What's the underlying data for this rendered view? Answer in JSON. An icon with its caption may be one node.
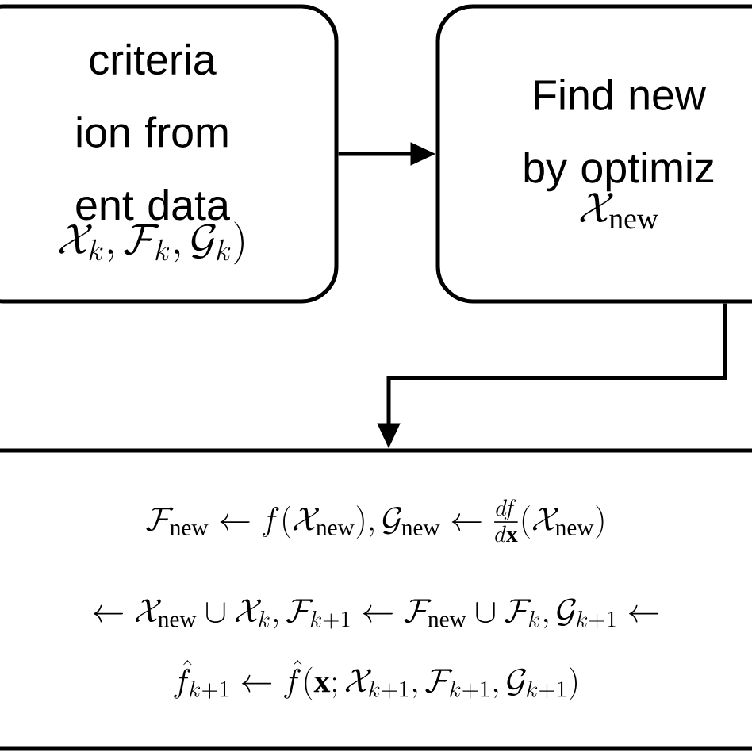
{
  "diagram": {
    "nodes": [
      {
        "text": [
          "criteria ion from ent data",
          "\\mathcal{X}_k, \\mathcal{F}_k, \\mathcal{G}_k)"
        ]
      },
      {
        "text": [
          "Find new by optimiz",
          "\\mathcal{X}_{\\mathrm{new}}"
        ]
      },
      {
        "text": [
          "\\mathcal{F}_{\\mathrm{new}} \\leftarrow f(\\mathcal{X}_{\\mathrm{new}}), \\mathcal{G}_{\\mathrm{new}} \\leftarrow \\frac{df}{d\\mathbf{x}}(\\mathcal{X}_{\\mathrm{new}})",
          "\\leftarrow \\mathcal{X}_{\\mathrm{new}} \\cup \\mathcal{X}_k, \\mathcal{F}_{k+1} \\leftarrow \\mathcal{F}_{\\mathrm{new}} \\cup \\mathcal{F}_k, \\mathcal{G}_{k+1} \\leftarrow",
          "\\hat{f}_{k+1} \\leftarrow \\hat{f}(\\mathbf{x}; \\mathcal{X}_{k+1}, \\mathcal{F}_{k+1}, \\mathcal{G}_{k+1})"
        ]
      }
    ],
    "edges": [
      {
        "from": 0,
        "to": 1,
        "arrow": "to"
      },
      {
        "from": 1,
        "to": 2,
        "arrow": "to"
      }
    ]
  }
}
